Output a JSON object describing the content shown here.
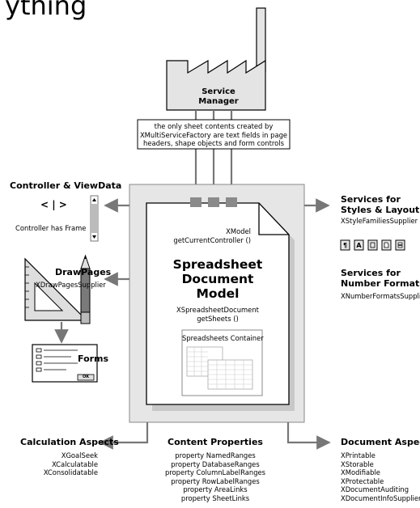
{
  "top_cut_text": "ything",
  "factory": {
    "label_line1": "Service",
    "label_line2": "Manager"
  },
  "note": {
    "line1": "the only sheet contents created by",
    "line2": "XMultiServiceFactory are text fields in page",
    "line3": "headers, shape objects and form controls"
  },
  "controller": {
    "title": "Controller & ViewData",
    "symbol": "< | >",
    "caption": "Controller has Frame"
  },
  "document": {
    "xmodel": "XModel",
    "get_controller": "getCurrentController ()",
    "title_line1": "Spreadsheet",
    "title_line2": "Document",
    "title_line3": "Model",
    "xdoc": "XSpreadsheetDocument",
    "get_sheets": "getSheets ()",
    "container_label": "Spreadsheets Container"
  },
  "styles": {
    "title_line1": "Services for",
    "title_line2": "Styles & Layout",
    "iface": "XStyleFamiliesSupplier"
  },
  "number_formats": {
    "title_line1": "Services for",
    "title_line2": "Number Formats",
    "iface": "XNumberFormatsSupplier"
  },
  "drawpages": {
    "title": "DrawPages",
    "iface": "XDrawPagesSupplier"
  },
  "forms": {
    "title": "Forms",
    "ok_label": "OK"
  },
  "calculation": {
    "title": "Calculation Aspects",
    "items": [
      "XGoalSeek",
      "XCalculatable",
      "XConsolidatable"
    ]
  },
  "content": {
    "title": "Content Properties",
    "items": [
      "property NamedRanges",
      "property DatabaseRanges",
      "property ColumnLabelRanges",
      "property RowLabelRanges",
      "property AreaLinks",
      "property SheetLinks"
    ]
  },
  "doc_aspects": {
    "title": "Document Aspects",
    "items": [
      "XPrintable",
      "XStorable",
      "XModifiable",
      "XProtectable",
      "XDocumentAuditing",
      "XDocumentInfoSupplier"
    ]
  }
}
